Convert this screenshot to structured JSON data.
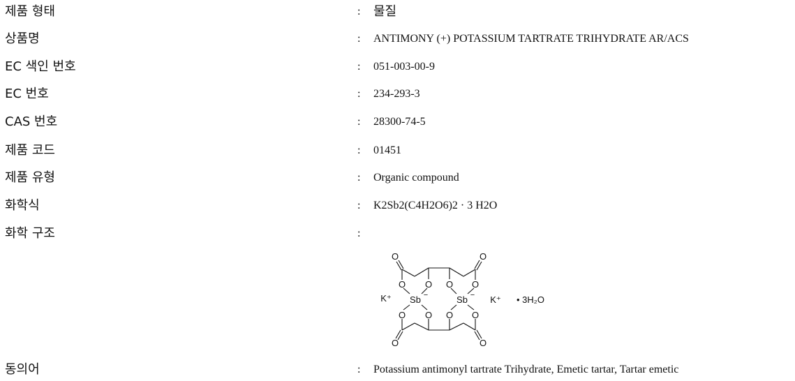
{
  "rows": [
    {
      "label": "제품 형태",
      "colon": ":",
      "value": "물질"
    },
    {
      "label": "상품명",
      "colon": ":",
      "value": "ANTIMONY (+) POTASSIUM TARTRATE TRIHYDRATE AR/ACS"
    },
    {
      "label": "EC 색인 번호",
      "colon": ":",
      "value": "051-003-00-9"
    },
    {
      "label": "EC 번호",
      "colon": ":",
      "value": "234-293-3"
    },
    {
      "label": "CAS 번호",
      "colon": ":",
      "value": "28300-74-5"
    },
    {
      "label": "제품 코드",
      "colon": ":",
      "value": "01451"
    },
    {
      "label": "제품 유형",
      "colon": ":",
      "value": "Organic compound"
    },
    {
      "label": "화학식",
      "colon": ":",
      "value": "K2Sb2(C4H2O6)2 · 3 H2O"
    },
    {
      "label": "화학 구조",
      "colon": ":"
    },
    {
      "label": "동의어",
      "colon": ":",
      "value": "Potassium antimonyl tartrate Trihydrate, Emetic tartar, Tartar emetic"
    }
  ],
  "structure": {
    "oxygen": "O",
    "antimony": "Sb",
    "charge_minus": "−",
    "potassium": "K⁺",
    "hydrate": "• 3H₂O"
  }
}
